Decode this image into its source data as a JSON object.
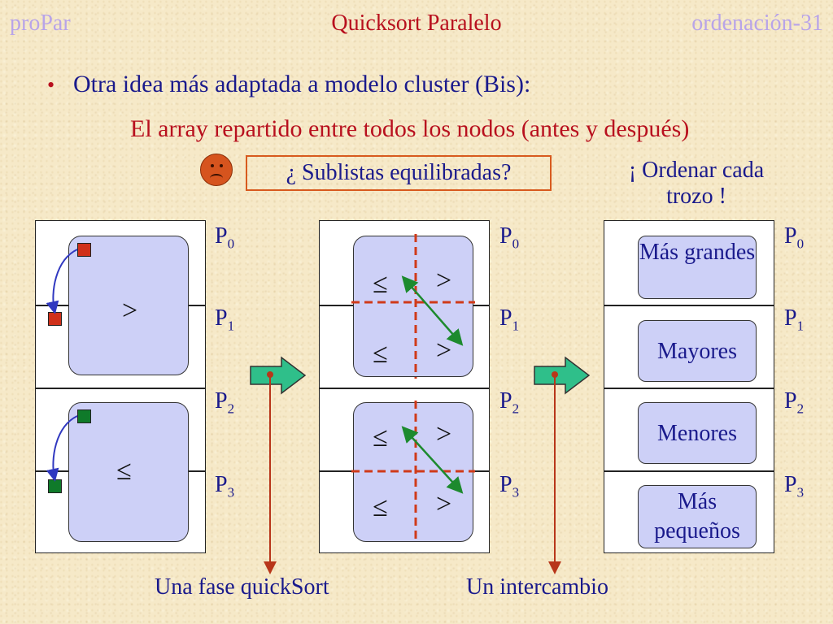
{
  "header": {
    "left": "proPar",
    "title": "Quicksort Paralelo",
    "right": "ordenación-31"
  },
  "bullet": {
    "dot": "•",
    "text": "Otra idea más adaptada a modelo cluster (Bis):"
  },
  "subtitle": "El array repartido entre todos los nodos (antes y después)",
  "callout": "¿ Sublistas equilibradas?",
  "sort_note": [
    "¡ Ordenar cada",
    "trozo !"
  ],
  "processors": [
    "P",
    "P",
    "P",
    "P"
  ],
  "processor_indices": [
    "0",
    "1",
    "2",
    "3"
  ],
  "symbols": {
    "gt": ">",
    "le": "≤"
  },
  "result_labels": [
    "Más grandes",
    "Mayores",
    "Menores",
    "Más pequeños"
  ],
  "captions": {
    "phase": "Una fase quickSort",
    "exchange": "Un intercambio"
  },
  "colors": {
    "title_red": "#b8101e",
    "text_blue": "#1a1a8c",
    "block_fill": "#cdd0f7",
    "arrow_fill": "#2fbf8a",
    "marker_red": "#d0301a",
    "marker_green": "#0f7a2a"
  }
}
